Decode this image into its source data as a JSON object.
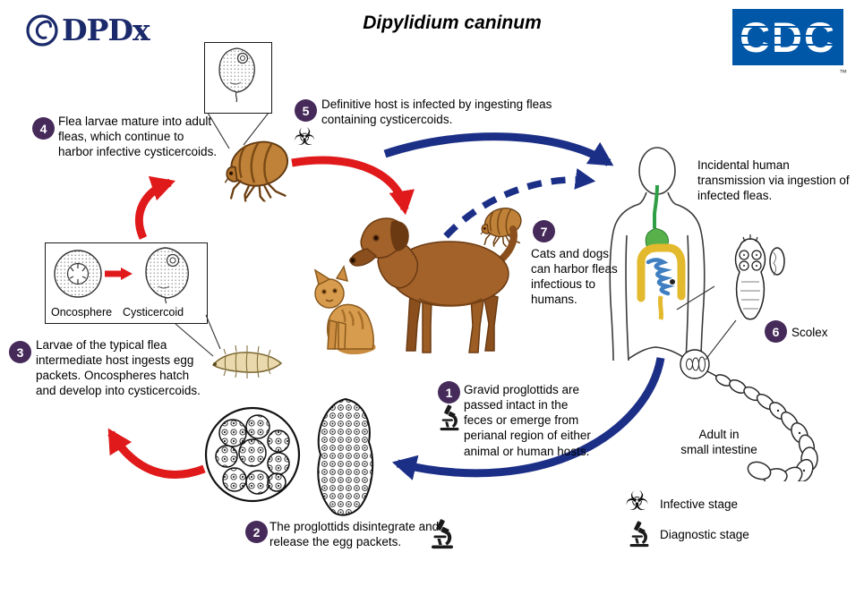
{
  "header": {
    "dpdx_logo": "DPDx",
    "title": "Dipylidium caninum",
    "cdc_logo": "CDC",
    "cdc_tm": "™"
  },
  "steps": {
    "s1": {
      "num": "1",
      "text": "Gravid proglottids are passed intact in the feces or emerge from perianal region of either animal or human hosts."
    },
    "s2": {
      "num": "2",
      "text": "The proglottids disintegrate and release the egg packets."
    },
    "s3": {
      "num": "3",
      "text": "Larvae of the typical flea intermediate host ingests egg packets. Oncospheres hatch and develop into cysticercoids."
    },
    "s4": {
      "num": "4",
      "text": "Flea larvae mature into adult fleas, which continue to harbor infective cysticercoids."
    },
    "s5": {
      "num": "5",
      "text": "Definitive host is infected by ingesting fleas containing cysticercoids."
    },
    "s6": {
      "num": "6",
      "text": "Scolex"
    },
    "s7": {
      "num": "7",
      "text": "Cats and dogs can harbor fleas infectious to humans."
    }
  },
  "labels": {
    "oncosphere": "Oncosphere",
    "cysticercoid": "Cysticercoid",
    "human_transmission": "Incidental human transmission via ingestion of infected fleas.",
    "adult_line1": "Adult in",
    "adult_line2": "small intestine"
  },
  "legend": {
    "infective_icon": "☣",
    "infective_label": "Infective stage",
    "diagnostic_label": "Diagnostic stage"
  },
  "colors": {
    "red_arrow": "#e01a1b",
    "blue_arrow": "#1c2f87",
    "step_badge": "#462a5a",
    "cdc_blue": "#0057a8",
    "dpdx_navy": "#1b2a6b"
  }
}
